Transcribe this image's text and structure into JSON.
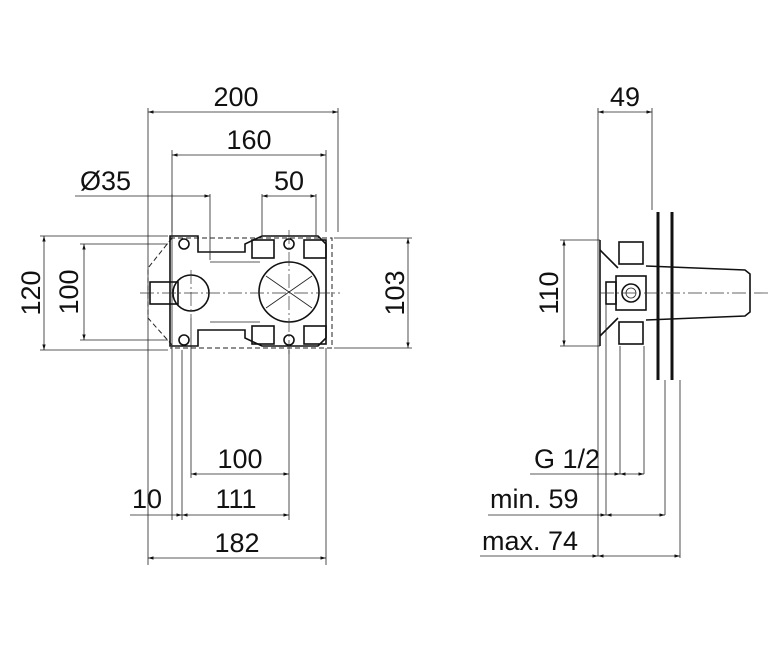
{
  "front_view": {
    "dim_overall_width": "200",
    "dim_mount_width": "160",
    "dim_port_diameter": "Ø35",
    "dim_cartridge": "50",
    "dim_overall_height": "120",
    "dim_mount_height": "100",
    "dim_right_height": "103",
    "dim_lower_100": "100",
    "dim_offset_10": "10",
    "dim_111": "111",
    "dim_182": "182"
  },
  "side_view": {
    "dim_depth": "49",
    "dim_height": "110",
    "dim_thread": "G 1/2",
    "dim_min": "min. 59",
    "dim_max": "max. 74"
  }
}
